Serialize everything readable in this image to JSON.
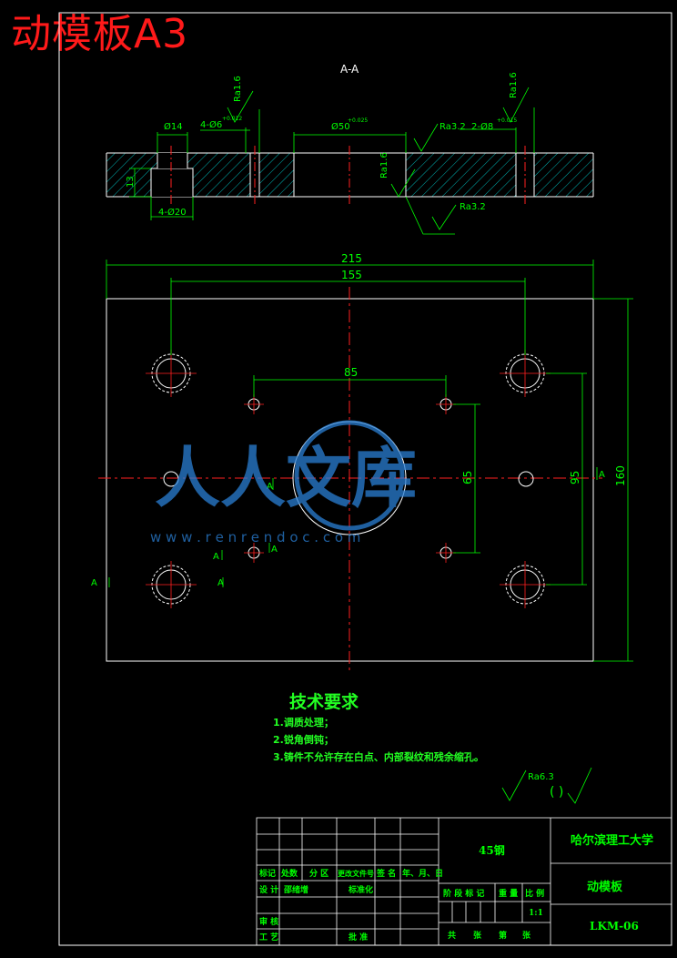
{
  "header": {
    "title": "动模板A3"
  },
  "section": {
    "label": "A-A"
  },
  "dims": {
    "d14": "Ø14",
    "holes4_d6": "4-Ø6",
    "tol_h6": "+0.012",
    "d50": "Ø50",
    "tol_d50": "+0.025",
    "ra32": "Ra3.2",
    "holes2_d8": "2-Ø8",
    "tol_d8": "+0.015",
    "ra16": "Ra1.6",
    "ra16b": "Ra1.6",
    "ra16c": "Ra1.6",
    "depth13": "13",
    "holes4_d20": "4-Ø20",
    "ra32b": "Ra3.2",
    "w215": "215",
    "w155": "155",
    "w85": "85",
    "h65": "65",
    "h95": "95",
    "h160": "160",
    "sec_a": "A",
    "ra63": "Ra6.3",
    "paren": "(   )"
  },
  "tech": {
    "heading": "技术要求",
    "lines": [
      "1.调质处理；",
      "2.锐角倒钝；",
      "3.铸件不允许存在白点、内部裂纹和残余缩孔。"
    ]
  },
  "watermark": {
    "text": "人人文库",
    "url": "w w w . r e n r e n d o c . c o m"
  },
  "titleblock": {
    "material": "45钢",
    "school": "哈尔滨理工大学",
    "part": "动模板",
    "code": "LKM-06",
    "scale": "1:1",
    "row_labels": [
      "标记",
      "处数",
      "分 区",
      "更改文件号",
      "签 名",
      "年、月、日"
    ],
    "design": "设 计",
    "designer": "邵绪增",
    "standard": "标准化",
    "stage_labels": [
      "阶 段 标 记",
      "重 量",
      "比 例"
    ],
    "review": "审 核",
    "craft": "工 艺",
    "approve": "批 准",
    "sheet_labels": [
      "共",
      "张",
      "第",
      "张"
    ]
  },
  "colors": {
    "line": "#ffffff",
    "dim": "#00ff00",
    "center": "#ff2020",
    "hatch": "#00e0e0",
    "title": "#ff1a1a",
    "watermark": "#2a7fd4"
  }
}
